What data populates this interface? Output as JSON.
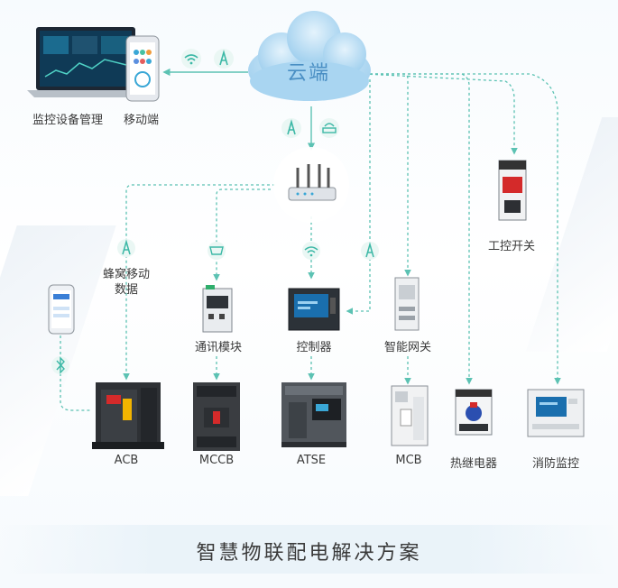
{
  "cloud_label": "云端",
  "title": "智慧物联配电解决方案",
  "labels": {
    "monitor": "监控设备管理",
    "mobile": "移动端",
    "cellular": "蜂窝移动数据",
    "comm_module": "通讯模块",
    "controller": "控制器",
    "smart_gateway": "智能网关",
    "ctrl_switch": "工控开关",
    "acb": "ACB",
    "mccb": "MCCB",
    "atse": "ATSE",
    "mcb": "MCB",
    "relay": "热继电器",
    "fire_monitor": "消防监控"
  },
  "colors": {
    "line": "#5cc2b3",
    "cloud": "#b9dcf2",
    "accent": "#4a8fc4"
  },
  "icons": [
    "wifi-icon",
    "antenna-icon",
    "router-icon",
    "bluetooth-icon",
    "serial-port-icon"
  ]
}
